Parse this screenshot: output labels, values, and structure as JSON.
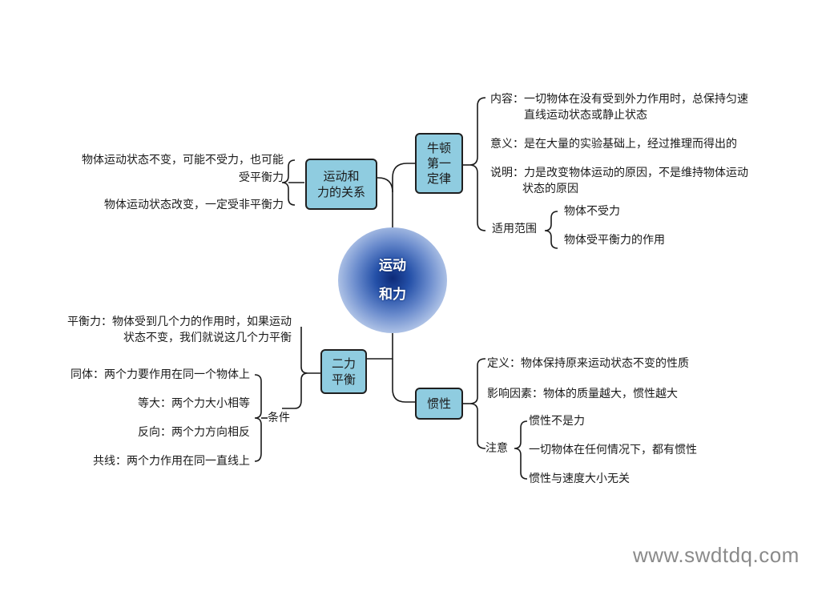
{
  "center": {
    "line1": "运动",
    "line2": "和力"
  },
  "motion_force": {
    "label_line1": "运动和",
    "label_line2": "力的关系",
    "item1_line1": "物体运动状态不变，可能不受力，也可能",
    "item1_line2": "受平衡力",
    "item2": "物体运动状态改变，一定受非平衡力"
  },
  "newton": {
    "label_line1": "牛顿",
    "label_line2": "第一",
    "label_line3": "定律",
    "content_line1": "内容：一切物体在没有受到外力作用时，总保持匀速",
    "content_line2": "直线运动状态或静止状态",
    "meaning": "意义：是在大量的实验基础上，经过推理而得出的",
    "explain_line1": "说明：力是改变物体运动的原因，不是维持物体运动",
    "explain_line2": "状态的原因",
    "scope_label": "适用范围",
    "scope_items": [
      "物体不受力",
      "物体受平衡力的作用"
    ]
  },
  "balance": {
    "label_line1": "二力",
    "label_line2": "平衡",
    "def_line1": "平衡力：物体受到几个力的作用时，如果运动",
    "def_line2": "状态不变，我们就说这几个力平衡",
    "conditions_label": "条件",
    "conditions": [
      "同体：两个力要作用在同一个物体上",
      "等大：两个力大小相等",
      "反向：两个力方向相反",
      "共线：两个力作用在同一直线上"
    ]
  },
  "inertia": {
    "label": "惯性",
    "definition": "定义：物体保持原来运动状态不变的性质",
    "factor": "影响因素：物体的质量越大，惯性越大",
    "note_label": "注意",
    "notes": [
      "惯性不是力",
      "一切物体在任何情况下，都有惯性",
      "惯性与速度大小无关"
    ]
  },
  "watermark": "www.swdtdq.com",
  "colors": {
    "box_fill": "#8fcce0",
    "center_core": "#0d2a78",
    "line": "#1a1a1a"
  }
}
